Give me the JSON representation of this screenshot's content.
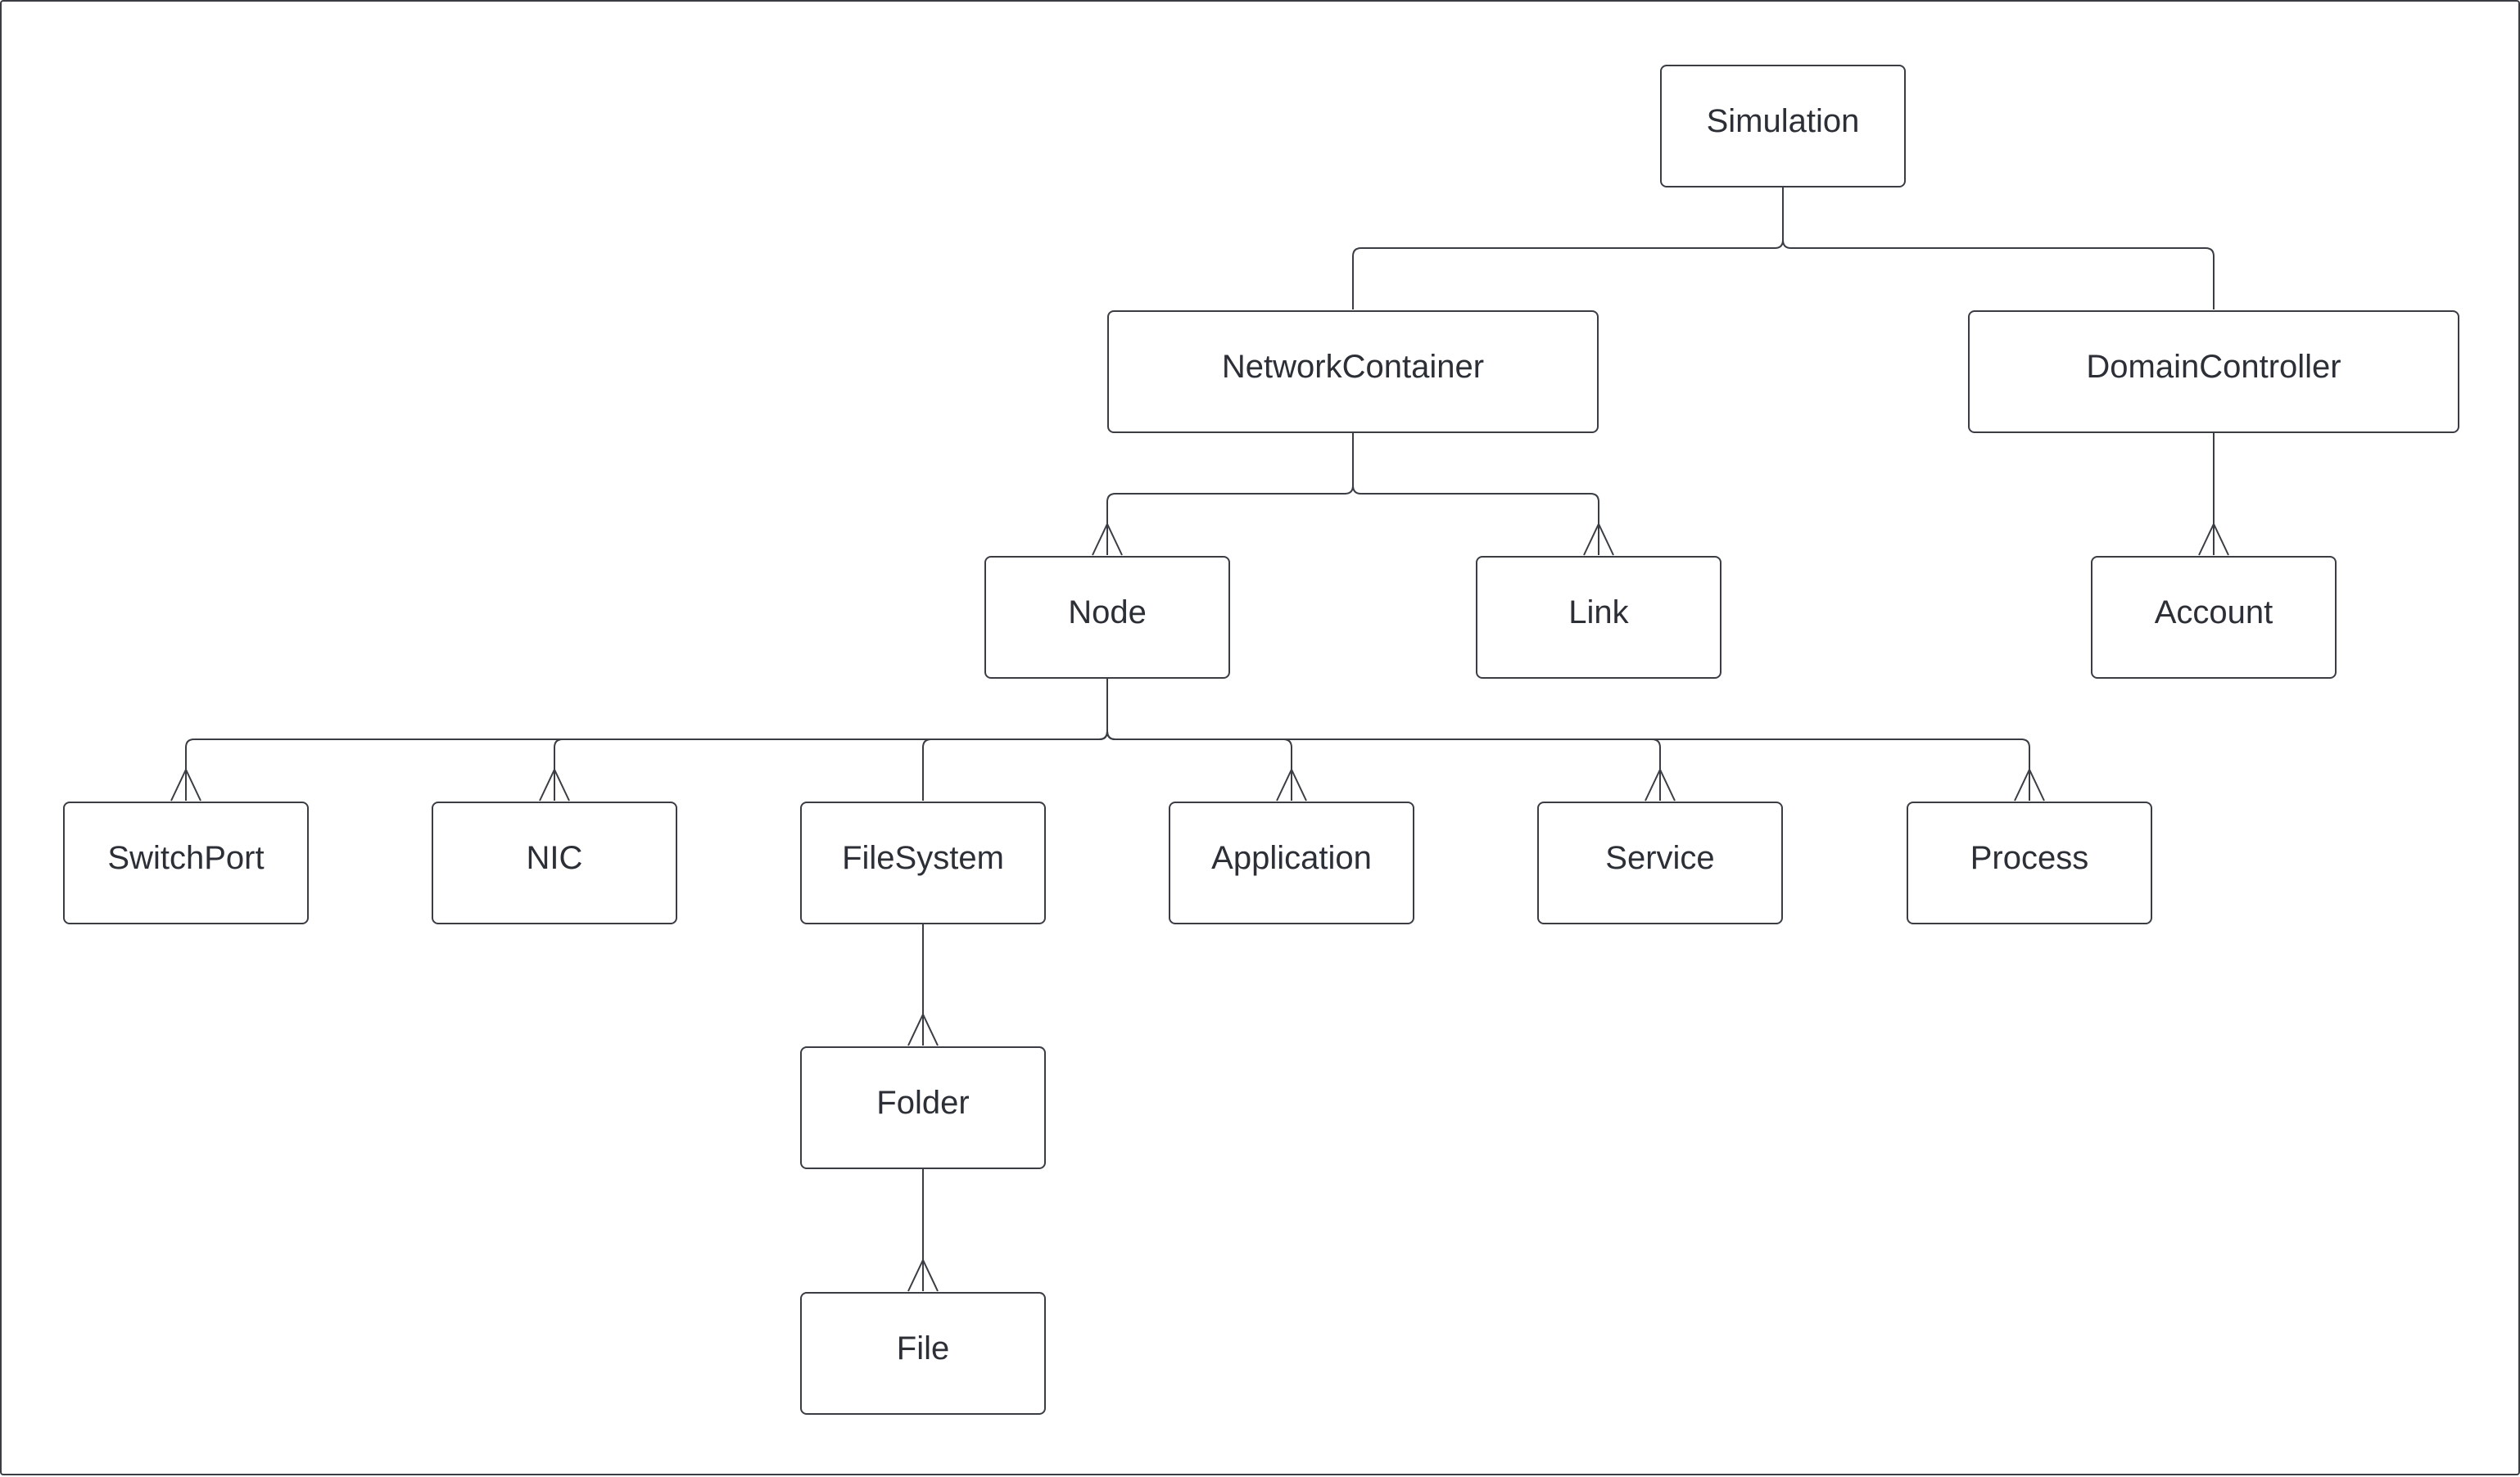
{
  "diagram": {
    "type": "entity-hierarchy",
    "line_color": "#3a3d44",
    "entities": {
      "simulation": "Simulation",
      "network_container": "NetworkContainer",
      "domain_controller": "DomainController",
      "node": "Node",
      "link": "Link",
      "account": "Account",
      "switch_port": "SwitchPort",
      "nic": "NIC",
      "file_system": "FileSystem",
      "application": "Application",
      "service": "Service",
      "process": "Process",
      "folder": "Folder",
      "file": "File"
    },
    "relations": [
      {
        "from": "Simulation",
        "to": "NetworkContainer",
        "cardinality": "one"
      },
      {
        "from": "Simulation",
        "to": "DomainController",
        "cardinality": "one"
      },
      {
        "from": "NetworkContainer",
        "to": "Node",
        "cardinality": "many"
      },
      {
        "from": "NetworkContainer",
        "to": "Link",
        "cardinality": "many"
      },
      {
        "from": "DomainController",
        "to": "Account",
        "cardinality": "many"
      },
      {
        "from": "Node",
        "to": "SwitchPort",
        "cardinality": "many"
      },
      {
        "from": "Node",
        "to": "NIC",
        "cardinality": "many"
      },
      {
        "from": "Node",
        "to": "FileSystem",
        "cardinality": "one"
      },
      {
        "from": "Node",
        "to": "Application",
        "cardinality": "many"
      },
      {
        "from": "Node",
        "to": "Service",
        "cardinality": "many"
      },
      {
        "from": "Node",
        "to": "Process",
        "cardinality": "many"
      },
      {
        "from": "FileSystem",
        "to": "Folder",
        "cardinality": "many"
      },
      {
        "from": "Folder",
        "to": "File",
        "cardinality": "many"
      }
    ]
  }
}
